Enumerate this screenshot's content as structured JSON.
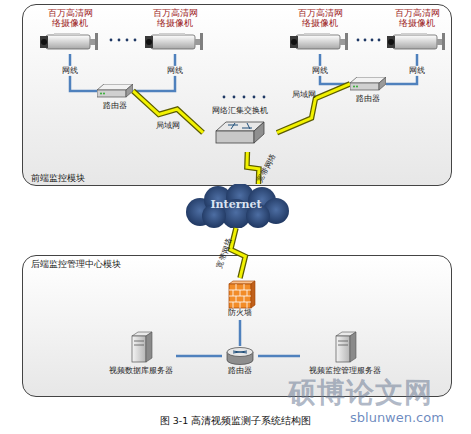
{
  "diagram": {
    "caption": "图 3-1 高清视频监测子系统结构图",
    "nodes": [
      {
        "text": [
          "前端监控模块"
        ]
      },
      {
        "text": [
          "百万高清网络摄像机"
        ],
        "in": 0
      },
      {
        "text": [
          "百万高清网络摄像机"
        ],
        "in": 0
      },
      {
        "text": [
          "百万高清网络摄像机"
        ],
        "in": 0
      },
      {
        "text": [
          "百万高清网络摄像机"
        ],
        "in": 0
      },
      {
        "text": [
          "路由器"
        ],
        "in": 0
      },
      {
        "text": [
          "路由器"
        ],
        "in": 0
      },
      {
        "text": [
          "网络汇集交换机"
        ],
        "in": 0
      },
      {
        "text": [
          "Internet"
        ]
      },
      {
        "text": [
          "后端监控管理中心模块"
        ]
      },
      {
        "text": [
          "防火墙"
        ],
        "in": 9
      },
      {
        "text": [
          "视频数据库服务器"
        ],
        "in": 9
      },
      {
        "text": [
          "路由器"
        ],
        "in": 9
      },
      {
        "text": [
          "视频监控管理服务器"
        ],
        "in": 9
      }
    ],
    "edges": [
      {
        "from": 1,
        "to": 5,
        "label": "网线",
        "arrow": "none"
      },
      {
        "from": 2,
        "to": 5,
        "label": "网线",
        "arrow": "none"
      },
      {
        "from": 3,
        "to": 6,
        "label": "网线",
        "arrow": "none"
      },
      {
        "from": 4,
        "to": 6,
        "label": "网线",
        "arrow": "none"
      },
      {
        "from": 5,
        "to": 7,
        "label": "局域网",
        "arrow": "none"
      },
      {
        "from": 6,
        "to": 7,
        "label": "局域网",
        "arrow": "none"
      },
      {
        "from": 7,
        "to": 8,
        "label": "宽带网络",
        "arrow": "none"
      },
      {
        "from": 8,
        "to": 10,
        "label": "宽带网络",
        "arrow": "none"
      },
      {
        "from": 10,
        "to": 12,
        "arrow": "none"
      },
      {
        "from": 12,
        "to": 11,
        "arrow": "none"
      },
      {
        "from": 12,
        "to": 13,
        "arrow": "none"
      }
    ],
    "labels": [
      "硕博论文网",
      "sblunwen.com"
    ]
  }
}
